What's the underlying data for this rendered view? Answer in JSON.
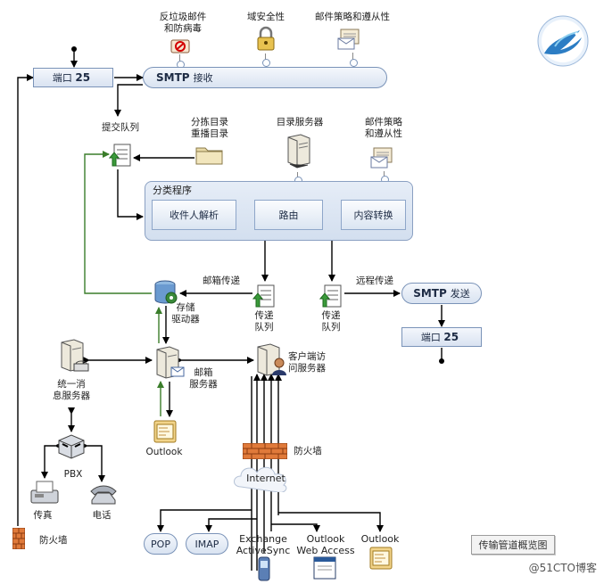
{
  "top_icons": {
    "antispam": "反垃圾邮件\n和防病毒",
    "domain_security": "域安全性",
    "policy_top": "邮件策略和遵从性"
  },
  "port25_top": {
    "bold": "端口",
    "num": "25"
  },
  "smtp_receive": {
    "bold": "SMTP",
    "text": "接收"
  },
  "submission_queue": "提交队列",
  "pickup_dir": "分拣目录\n重播目录",
  "directory_server": "目录服务器",
  "policy_mid": "邮件策略\n和遵从性",
  "categorizer": {
    "title": "分类程序",
    "steps": [
      "收件人解析",
      "路由",
      "内容转换"
    ]
  },
  "mailbox_delivery": "邮箱传递",
  "remote_delivery": "远程传递",
  "delivery_queue_1": "传递\n队列",
  "delivery_queue_2": "传递\n队列",
  "smtp_send": {
    "bold": "SMTP",
    "text": "发送"
  },
  "port25_bottom": {
    "bold": "端口",
    "num": "25"
  },
  "store_driver": "存储\n驱动器",
  "unified_messaging": "统一消\n息服务器",
  "mailbox_server": "邮箱\n服务器",
  "client_access": "客户端访\n问服务器",
  "outlook_mid": "Outlook",
  "firewall_mid": "防火墙",
  "internet": "Internet",
  "pbx": "PBX",
  "fax": "传真",
  "phone": "电话",
  "firewall_left": "防火墙",
  "clients": {
    "pop": "POP",
    "imap": "IMAP",
    "activesync": "Exchange\nActiveSync",
    "owa": "Outlook\nWeb Access",
    "outlook": "Outlook"
  },
  "legend": "传输管道概览图",
  "watermark": "@51CTO博客",
  "colors": {
    "line": "#000000",
    "green": "#3a7d2a",
    "box_border": "#7a93b8"
  }
}
